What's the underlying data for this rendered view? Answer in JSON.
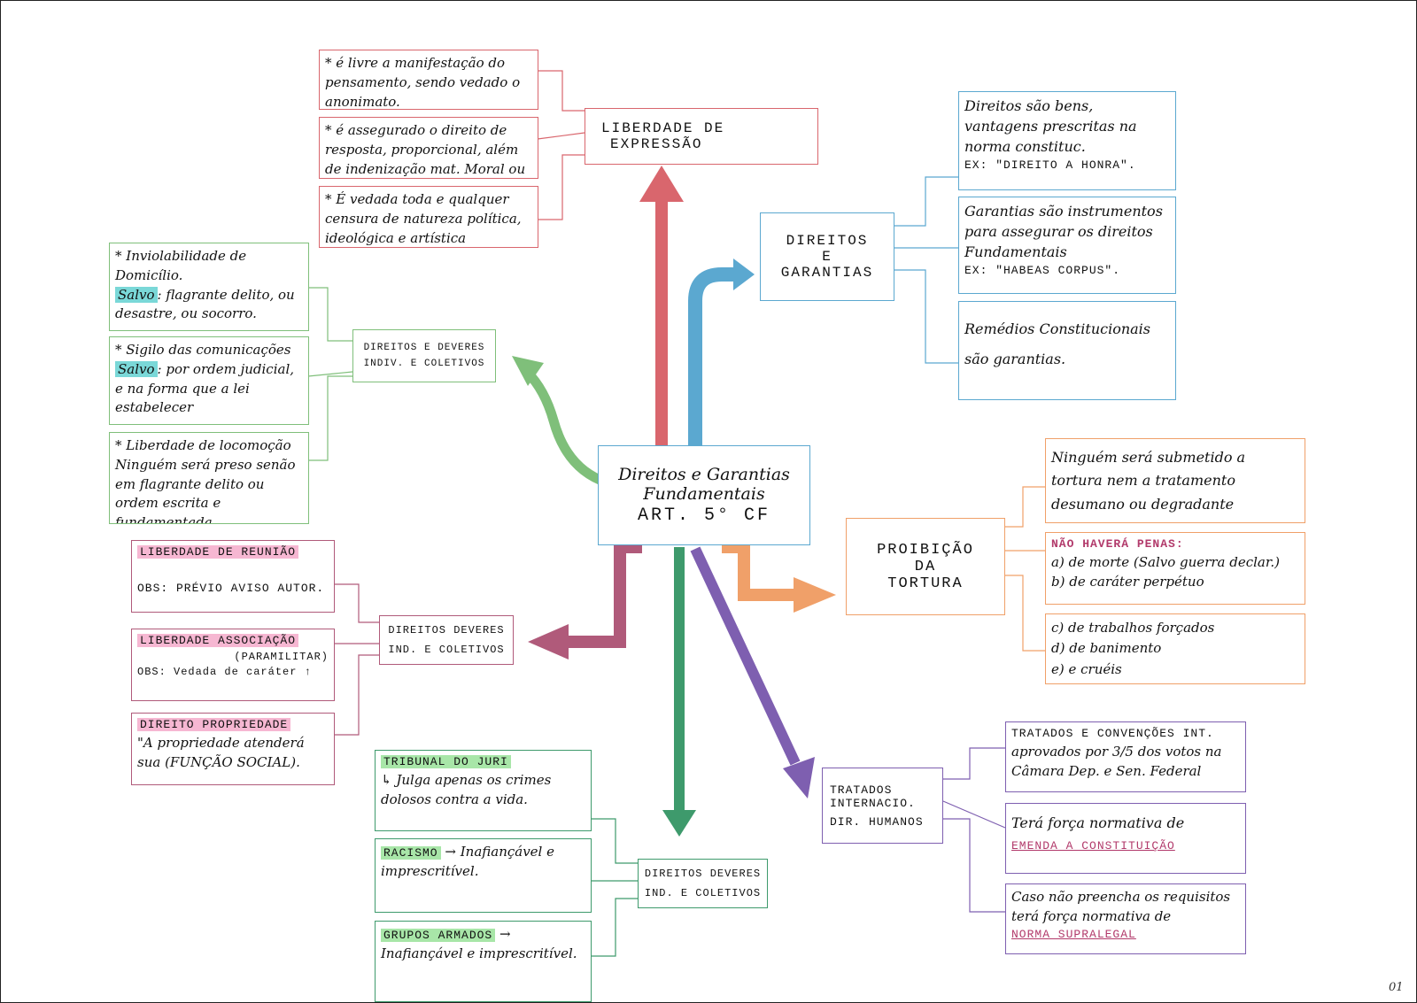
{
  "colors": {
    "red": "#d9666d",
    "blue": "#5ba8d0",
    "green": "#7fbf7a",
    "magenta": "#b05a7a",
    "darkgreen": "#3e9a6c",
    "purple": "#7e5fb0",
    "orange": "#f0a069",
    "highlight_cyan": "#7ad8d8",
    "highlight_pink": "#f6b7d2",
    "highlight_green": "#a8e6a8",
    "text_magenta": "#b23a6b"
  },
  "center": {
    "line1": "Direitos e Garantias",
    "line2": "Fundamentais",
    "line3": "ART. 5° CF"
  },
  "liberdade_expressao": {
    "title_line1": "LIBERDADE DE",
    "title_line2": "EXPRESSÃO",
    "items": [
      "* é livre a manifestação do pensamento, sendo vedado o anonimato.",
      "* é assegurado o direito de resposta, proporcional, além de indenização mat. Moral ou imagem",
      "* É vedada toda e qualquer censura de natureza política, ideológica e artística"
    ]
  },
  "direitos_garantias": {
    "title_line1": "DIREITOS",
    "title_line2": "E",
    "title_line3": "GARANTIAS",
    "items": [
      {
        "text": "Direitos são bens, vantagens prescritas na norma constituc.",
        "example": "EX: \"DIREITO A HONRA\"."
      },
      {
        "text": "Garantias são instrumentos para assegurar os direitos Fundamentais",
        "example": "EX: \"HABEAS CORPUS\"."
      },
      {
        "text": "Remédios Constitucionais são garantias.",
        "example": ""
      }
    ]
  },
  "direitos_deveres_1": {
    "title_line1": "DIREITOS E DEVERES",
    "title_line2": "INDIV. E COLETIVOS",
    "items": [
      {
        "main": "* Inviolabilidade de Domicílio.",
        "tag": "Salvo",
        "rest": ": flagrante delito, ou desastre, ou socorro."
      },
      {
        "main": "* Sigilo das comunicações",
        "tag": "Salvo",
        "rest": ": por ordem judicial, e na forma que a lei estabelecer"
      },
      {
        "main": "* Liberdade de locomoção",
        "tag": "",
        "rest": "Ninguém será preso senão em flagrante delito ou ordem escrita e fundamentada"
      }
    ]
  },
  "proibicao_tortura": {
    "title_line1": "PROIBIÇÃO",
    "title_line2": "DA",
    "title_line3": "TORTURA",
    "item1": "Ninguém será submetido a tortura nem a tratamento desumano ou degradante",
    "item2_title": "NÃO HAVERÁ PENAS:",
    "item2_a": "a) de morte (Salvo guerra declar.)",
    "item2_b": "b) de caráter perpétuo",
    "item3_c": "c) de trabalhos forçados",
    "item3_d": "d) de banimento",
    "item3_e": "e) e cruéis"
  },
  "direitos_deveres_2": {
    "title_line1": "DIREITOS DEVERES",
    "title_line2": "IND. E COLETIVOS",
    "reuniao_title": "LIBERDADE DE REUNIÃO",
    "reuniao_obs": "OBS: PRÉVIO AVISO AUTOR.",
    "assoc_title": "LIBERDADE ASSOCIAÇÃO",
    "assoc_note": "(PARAMILITAR)",
    "assoc_obs": "OBS: Vedada de caráter ↑",
    "prop_title": "DIREITO PROPRIEDADE",
    "prop_text": "\"A propriedade atenderá sua (FUNÇÃO SOCIAL)."
  },
  "direitos_deveres_3": {
    "title_line1": "DIREITOS DEVERES",
    "title_line2": "IND. E COLETIVOS",
    "juri_title": "TRIBUNAL DO JURI",
    "juri_text": "↳ Julga apenas os crimes dolosos contra a vida.",
    "racismo_title": "RACISMO",
    "racismo_text": "→ Inafiançável e imprescritível.",
    "grupos_title": "GRUPOS ARMADOS",
    "grupos_text": "→ Inafiançável e imprescritível."
  },
  "tratados": {
    "title_line1": "TRATADOS",
    "title_line2": "INTERNACIO.",
    "title_line3": "DIR. HUMANOS",
    "item1_title": "TRATADOS E CONVENÇÕES INT.",
    "item1_text": "aprovados por 3/5 dos votos na Câmara Dep. e Sen. Federal",
    "item2_text": "Terá força normativa de",
    "item2_emph": "EMENDA A CONSTITUIÇÃO",
    "item3_text": "Caso não preencha os requisitos terá força normativa de",
    "item3_emph": "NORMA SUPRALEGAL"
  },
  "page_number": "01"
}
